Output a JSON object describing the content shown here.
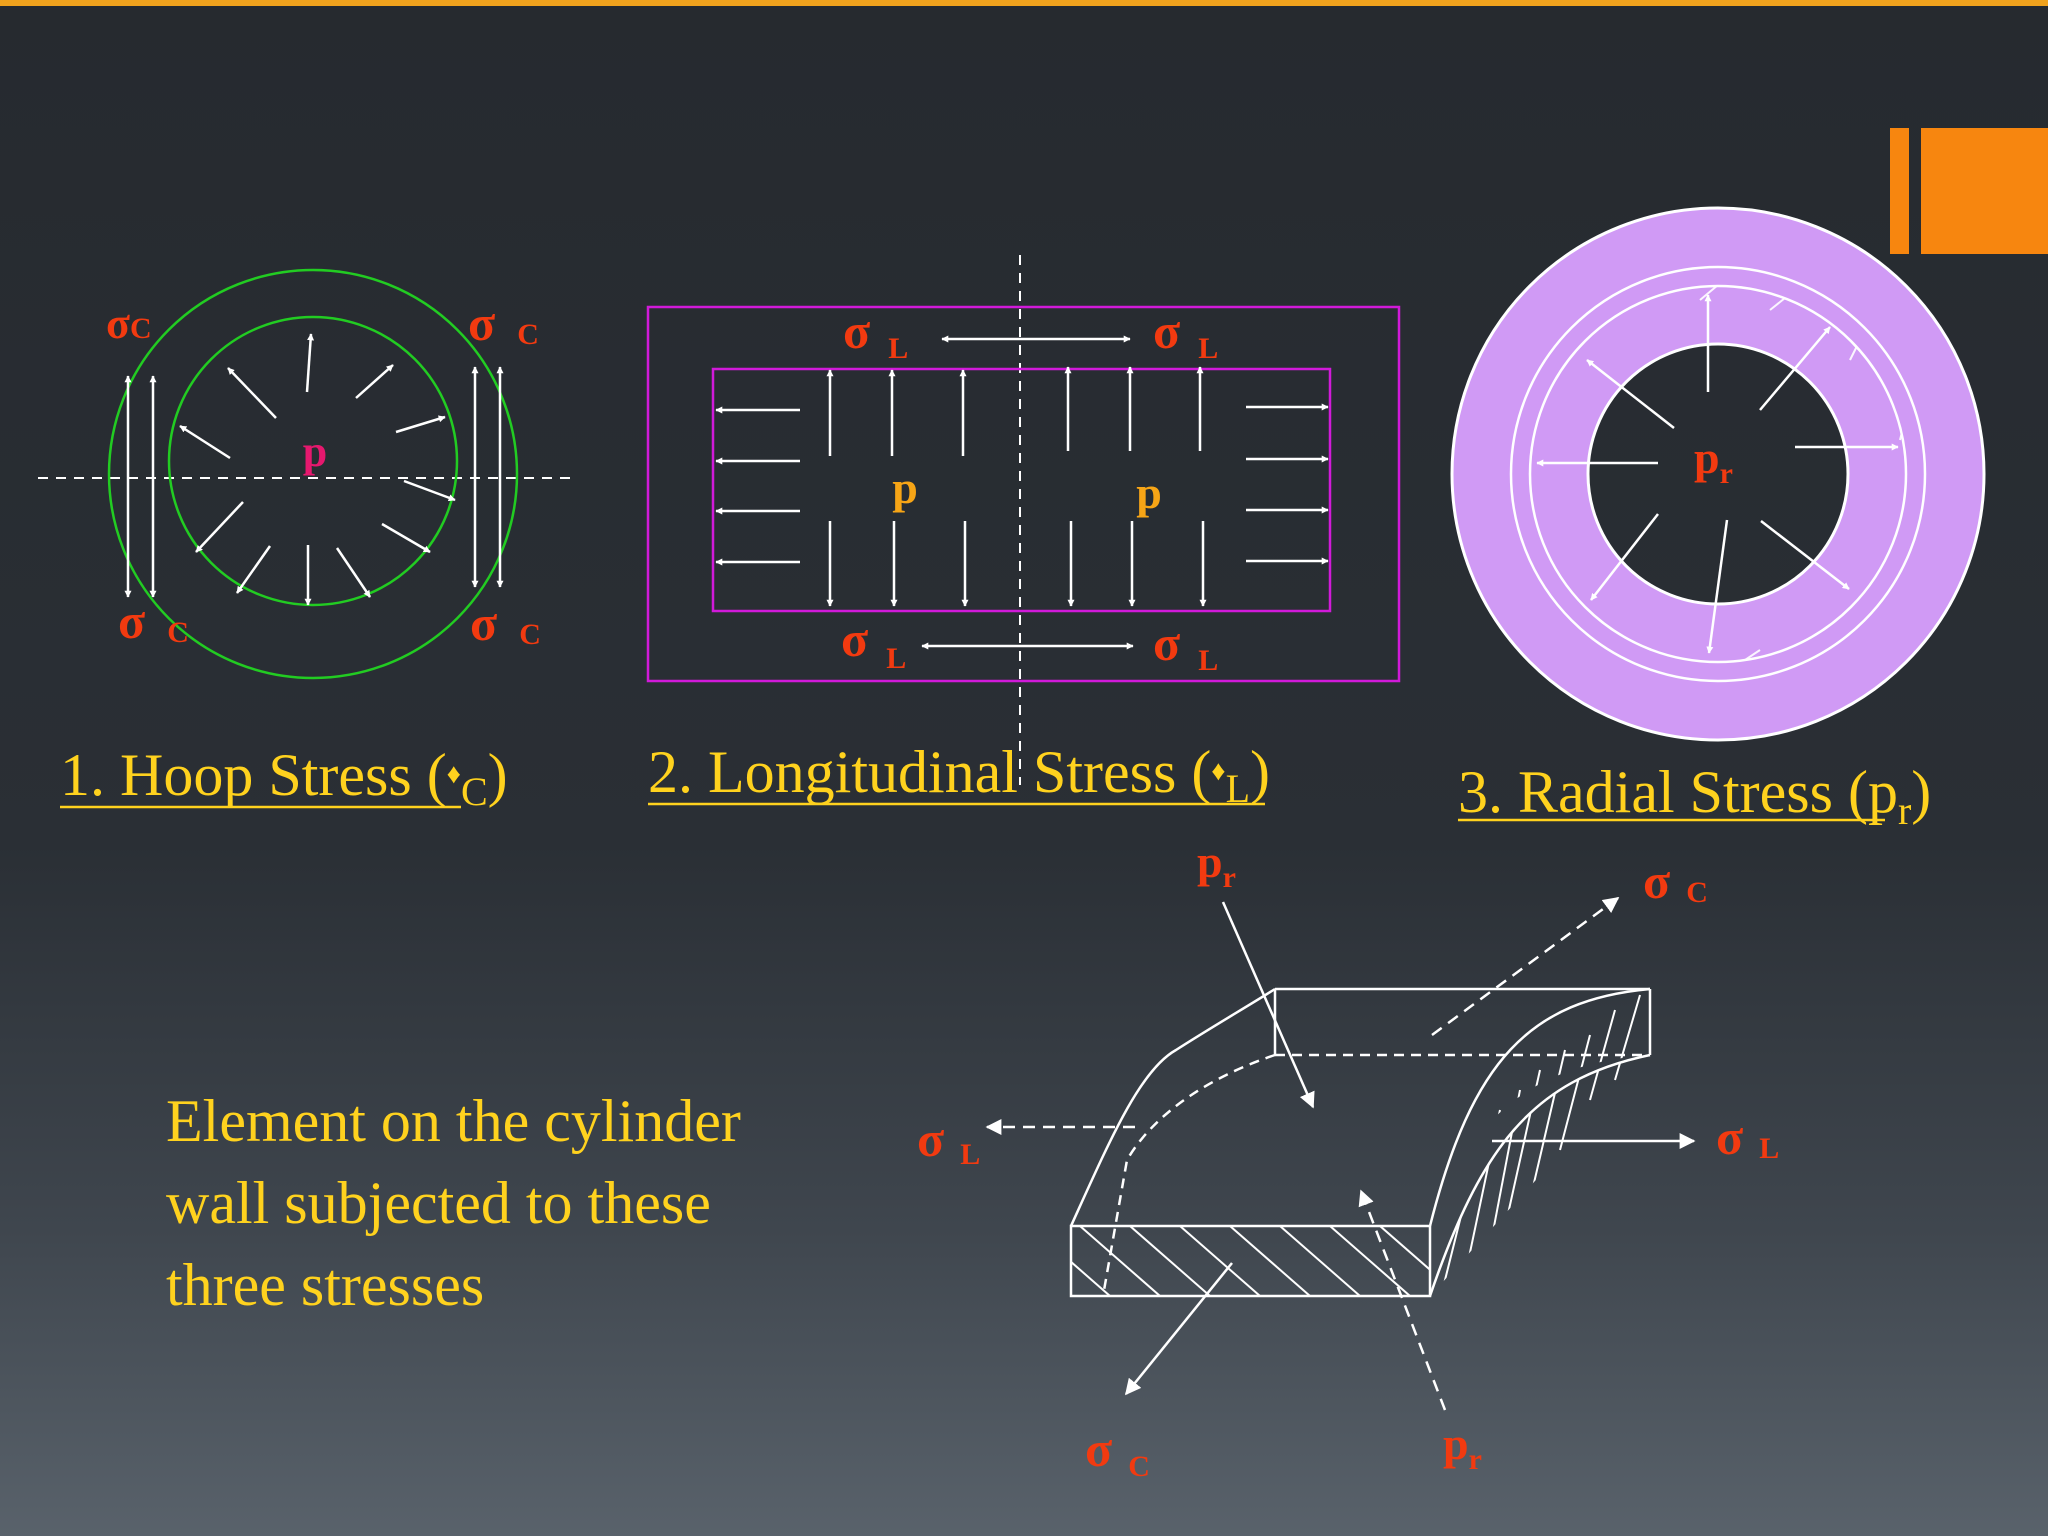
{
  "colors": {
    "accent_orange": "#f7860f",
    "top_bar": "#f0a21d",
    "caption_yellow": "#ffd21e",
    "stress_label_red": "#f23a10",
    "pressure_label_orange": "#f7a516",
    "hoop_pressure_magenta": "#e6186e",
    "circle_green": "#22cc22",
    "rect_magenta": "#d11ad9",
    "ring_purple": "#d09af5"
  },
  "hoop": {
    "sigma": "σ",
    "sub_c": "C",
    "p": "p",
    "caption_main": "1. Hoop Stress",
    "caption_open": " (",
    "caption_symbol": "♦",
    "caption_sub": "C",
    "caption_close": ")"
  },
  "longitudinal": {
    "sigma": "σ",
    "sub_l": "L",
    "p": "p",
    "caption_main": "2. Longitudinal Stress",
    "caption_open": " (",
    "caption_symbol": "♦",
    "caption_sub": "L",
    "caption_close": ")"
  },
  "radial": {
    "p": "p",
    "sub_r": "r",
    "caption_main": "3. Radial Stress",
    "caption_open": " (p",
    "caption_sub": "r",
    "caption_close": ")"
  },
  "element": {
    "sigma": "σ",
    "sub_c": "C",
    "sub_l": "L",
    "p": "p",
    "sub_r": "r",
    "description_lines": [
      "Element on the cylinder",
      "wall subjected to these",
      "three stresses"
    ]
  }
}
